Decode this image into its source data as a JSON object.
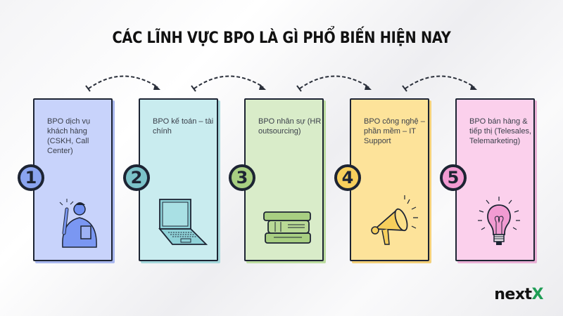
{
  "title": "CÁC LĨNH VỰC BPO LÀ GÌ PHỔ BIẾN HIỆN NAY",
  "cards": [
    {
      "number": "1",
      "label": "BPO dịch vụ khách hàng (CSKH, Call Center)",
      "bg": "#c8d3fb",
      "badge": "#8aa4f0",
      "shadow": "#a9b8ef",
      "icon": "person-holding-book-icon"
    },
    {
      "number": "2",
      "label": "BPO kế toán – tài chính",
      "bg": "#c9ecef",
      "badge": "#7cc3c9",
      "shadow": "#a5d8dc",
      "icon": "laptop-icon"
    },
    {
      "number": "3",
      "label": "BPO nhân sự (HR outsourcing)",
      "bg": "#d9ecc9",
      "badge": "#a8cf82",
      "shadow": "#bcdca0",
      "icon": "books-stack-icon"
    },
    {
      "number": "4",
      "label": "BPO công nghệ – phần mềm – IT Support",
      "bg": "#fde39a",
      "badge": "#f7cf5c",
      "shadow": "#f3d07a",
      "icon": "megaphone-icon"
    },
    {
      "number": "5",
      "label": "BPO bán hàng & tiếp thị (Telesales, Telemarketing)",
      "bg": "#fbd0ec",
      "badge": "#f29bd2",
      "shadow": "#eab0d6",
      "icon": "lightbulb-icon"
    }
  ],
  "logo": {
    "main": "next",
    "accent": "X"
  }
}
